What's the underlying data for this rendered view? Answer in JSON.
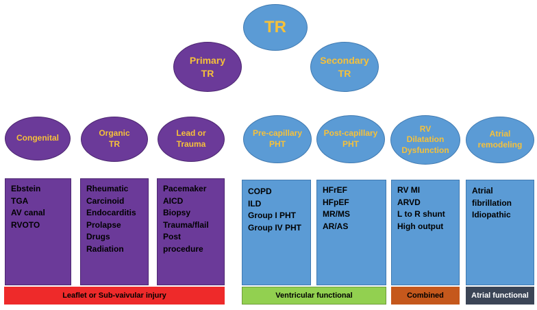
{
  "top": "TR",
  "primary": "Primary\nTR",
  "secondary": "Secondary\nTR",
  "categories": [
    {
      "label": "Congenital",
      "items": [
        "Ebstein",
        "TGA",
        "AV canal",
        "RVOTO"
      ]
    },
    {
      "label": "Organic\nTR",
      "items": [
        "Rheumatic",
        "Carcinoid",
        "Endocarditis",
        "Prolapse",
        "Drugs",
        "Radiation"
      ]
    },
    {
      "label": "Lead or\nTrauma",
      "items": [
        "Pacemaker",
        "AICD",
        "Biopsy",
        "Trauma/flail",
        "Post",
        "procedure"
      ]
    },
    {
      "label": "Pre-capillary\nPHT",
      "items": [
        "COPD",
        "ILD",
        "Group I PHT",
        "Group IV PHT"
      ]
    },
    {
      "label": "Post-capillary\nPHT",
      "items": [
        "HFrEF",
        "HFpEF",
        "MR/MS",
        "AR/AS"
      ]
    },
    {
      "label": "RV\nDilatation\nDysfunction",
      "items": [
        "RV MI",
        "ARVD",
        "L to R shunt",
        "High output"
      ]
    },
    {
      "label": "Atrial\nremodeling",
      "items": [
        "Atrial",
        "fibrillation",
        "Idiopathic"
      ]
    }
  ],
  "bars": [
    {
      "label": "Leaflet or Sub-vaivular injury",
      "color": "#ee2a2a",
      "text_color": "#000000"
    },
    {
      "label": "Ventricular functional",
      "color": "#92d050",
      "text_color": "#000000"
    },
    {
      "label": "Combined",
      "color": "#c5581c",
      "text_color": "#000000"
    },
    {
      "label": "Atrial functional",
      "color": "#3b4556",
      "text_color": "#ffffff"
    }
  ],
  "colors": {
    "primary": "#6b3a99",
    "secondary": "#5b9bd5",
    "node_text": "#f6c13a"
  }
}
